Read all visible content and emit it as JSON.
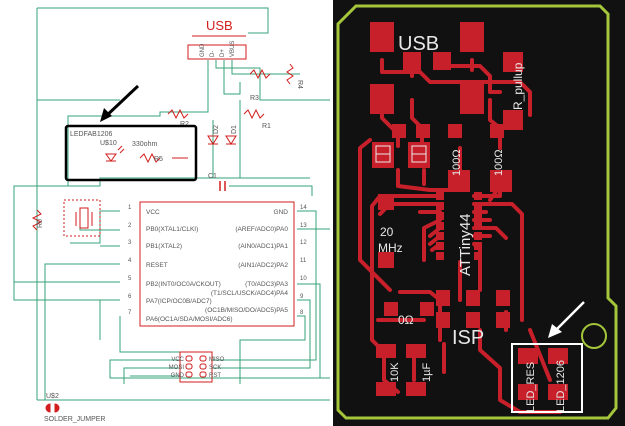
{
  "schematic": {
    "usb_title": "USB",
    "usb_pins": [
      "GND",
      "D-",
      "D+",
      "VBUS"
    ],
    "r4": "R4",
    "r3": "R3",
    "r1": "R1",
    "r2": "R2",
    "d1": "D1",
    "d2": "D2",
    "led_title": "LEDFAB1206",
    "led_ref": "U$10",
    "led_value": "330ohm",
    "r5": "R5",
    "c1": "C1",
    "r0": "R0",
    "mcu_left_pins": [
      "VCC",
      "PB0(XTAL1/CLKI)",
      "PB1(XTAL2)",
      "RESET",
      "PB2(INT0/OC0A/CKOUT)",
      "PA7(ICP/OC0B/ADC7)",
      "PA6(OC1A/SDA/MOSI/ADC6)"
    ],
    "mcu_left_pin_numbers": [
      "1",
      "2",
      "3",
      "4",
      "5",
      "6",
      "7"
    ],
    "mcu_right_pins": [
      "GND",
      "(AREF/ADC0)PA0",
      "(AIN0/ADC1)PA1",
      "(AIN1/ADC2)PA2",
      "(T0/ADC3)PA3",
      "(T1/SCL/USCK/ADC4)PA4",
      "(OC1B/MISO/DO/ADC5)PA5"
    ],
    "mcu_right_pin_numbers": [
      "14",
      "13",
      "12",
      "11",
      "10",
      "9",
      "8"
    ],
    "isp_left": [
      "VCC",
      "MOSI",
      "GND"
    ],
    "isp_right": [
      "MISO",
      "SCK",
      "RST"
    ],
    "jumper_ref": "U$2",
    "jumper_name": "SOLDER_JUMPER"
  },
  "pcb": {
    "usb": "USB",
    "r_pullup": "R_pullup",
    "res_100_a": "100Ω",
    "res_100_b": "100Ω",
    "chip": "ATTiny44",
    "crystal_line1": "20",
    "crystal_line2": "MHz",
    "res_0": "0Ω",
    "isp": "ISP",
    "res_10k": "10K",
    "cap": "1µF",
    "led_res": "LED_RES",
    "led": "LED_1206"
  },
  "colors": {
    "pcb_background": "#111111",
    "pcb_trace": "#c8202a",
    "pcb_outline": "#a5c63b",
    "schematic_wire": "#35a37a",
    "schematic_label": "#d21e1e",
    "callout": "#000000"
  }
}
